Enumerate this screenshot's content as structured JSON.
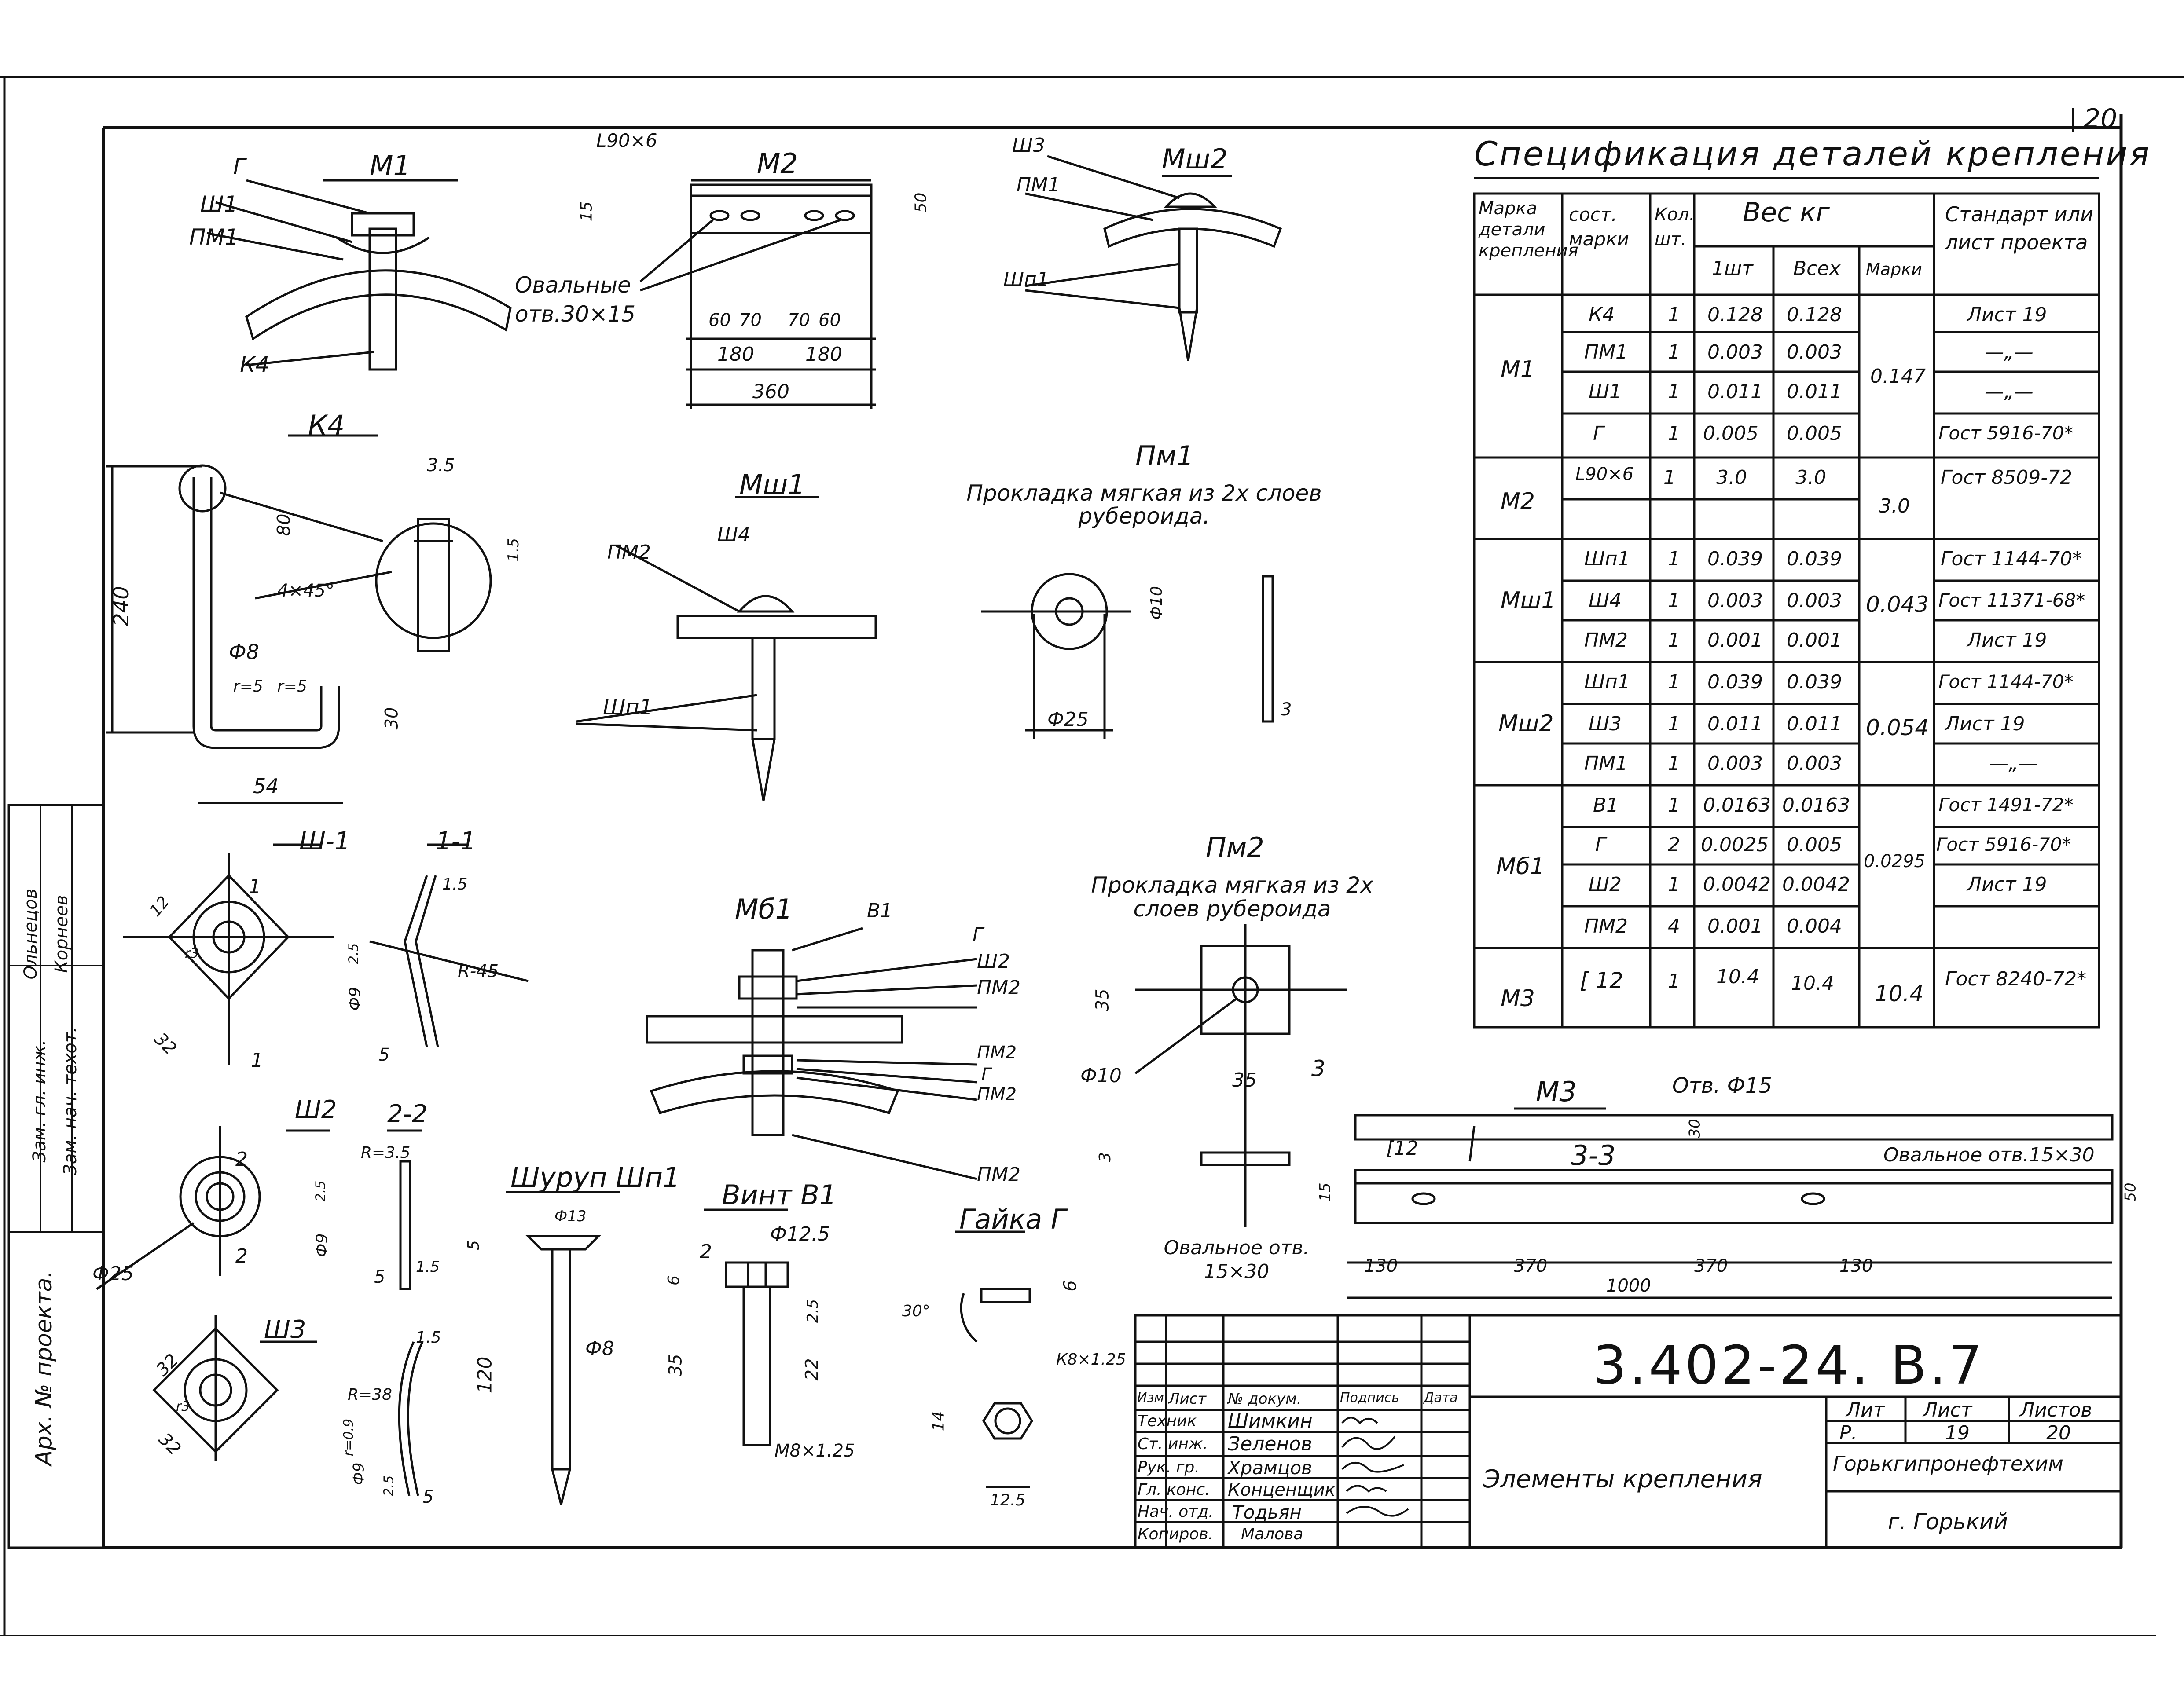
{
  "sheet_number": "20",
  "spec_table": {
    "title": "Спецификация деталей крепления",
    "headers": {
      "mark": "Марка детали крепления",
      "comp": "сост. марки",
      "qty": "Кол. шт.",
      "weight": "Вес кг",
      "w_one": "1шт",
      "w_all": "Всех",
      "w_mark": "Марки",
      "std": "Стандарт или лист проекта"
    },
    "groups": [
      {
        "mark": "М1",
        "mark_weight": "0.147",
        "rows": [
          {
            "comp": "К4",
            "qty": "1",
            "one": "0.128",
            "all": "0.128",
            "std": "Лист 19"
          },
          {
            "comp": "ПМ1",
            "qty": "1",
            "one": "0.003",
            "all": "0.003",
            "std": "—„—"
          },
          {
            "comp": "Ш1",
            "qty": "1",
            "one": "0.011",
            "all": "0.011",
            "std": "—„—"
          },
          {
            "comp": "Г",
            "qty": "1",
            "one": "0.005",
            "all": "0.005",
            "std": "Гост 5916-70*"
          }
        ]
      },
      {
        "mark": "М2",
        "mark_weight": "3.0",
        "rows": [
          {
            "comp": "L90×6",
            "qty": "1",
            "one": "3.0",
            "all": "3.0",
            "std": "Гост 8509-72"
          }
        ]
      },
      {
        "mark": "Мш1",
        "mark_weight": "0.043",
        "rows": [
          {
            "comp": "Шп1",
            "qty": "1",
            "one": "0.039",
            "all": "0.039",
            "std": "Гост 1144-70*"
          },
          {
            "comp": "Ш4",
            "qty": "1",
            "one": "0.003",
            "all": "0.003",
            "std": "Гост 11371-68*"
          },
          {
            "comp": "ПМ2",
            "qty": "1",
            "one": "0.001",
            "all": "0.001",
            "std": "Лист 19"
          }
        ]
      },
      {
        "mark": "Мш2",
        "mark_weight": "0.054",
        "rows": [
          {
            "comp": "Шп1",
            "qty": "1",
            "one": "0.039",
            "all": "0.039",
            "std": "Гост 1144-70*"
          },
          {
            "comp": "Ш3",
            "qty": "1",
            "one": "0.011",
            "all": "0.011",
            "std": "Лист 19"
          },
          {
            "comp": "ПМ1",
            "qty": "1",
            "one": "0.003",
            "all": "0.003",
            "std": "—„—"
          }
        ]
      },
      {
        "mark": "Мб1",
        "mark_weight": "0.0295",
        "rows": [
          {
            "comp": "В1",
            "qty": "1",
            "one": "0.0163",
            "all": "0.0163",
            "std": "Гост 1491-72*"
          },
          {
            "comp": "Г",
            "qty": "2",
            "one": "0.0025",
            "all": "0.005",
            "std": "Гост 5916-70*"
          },
          {
            "comp": "Ш2",
            "qty": "1",
            "one": "0.0042",
            "all": "0.0042",
            "std": "Лист 19"
          },
          {
            "comp": "ПМ2",
            "qty": "4",
            "one": "0.001",
            "all": "0.004",
            "std": ""
          }
        ]
      },
      {
        "mark": "М3",
        "mark_weight": "10.4",
        "rows": [
          {
            "comp": "[ 12",
            "qty": "1",
            "one": "10.4",
            "all": "10.4",
            "std": "Гост 8240-72*"
          }
        ]
      }
    ]
  },
  "drawings": {
    "m1": {
      "title": "М1",
      "labels": [
        "Г",
        "Ш1",
        "ПМ1",
        "К4"
      ]
    },
    "m2": {
      "title": "М2",
      "profile": "L90×6",
      "note": "Овальные отв.30×15",
      "dims": [
        "60",
        "70",
        "70",
        "60",
        "180",
        "180",
        "360",
        "15",
        "50"
      ]
    },
    "msh2": {
      "title": "Мш2",
      "labels": [
        "Ш3",
        "ПМ1",
        "Шп1"
      ]
    },
    "k4": {
      "title": "К4",
      "dims": [
        "3.5",
        "80",
        "240",
        "4×45°",
        "1.5",
        "Ф8",
        "r=5",
        "r=5",
        "30",
        "54"
      ]
    },
    "msh1": {
      "title": "Мш1",
      "labels": [
        "Ш4",
        "ПМ2",
        "Шп1"
      ]
    },
    "pm1": {
      "title": "Пм1",
      "note": "Прокладка мягкая из 2х слоев рубероида.",
      "dims": [
        "Ф10",
        "Ф25",
        "3"
      ]
    },
    "sh1": {
      "title": "Ш-1",
      "section": "1-1",
      "dims": [
        "12",
        "32",
        "r3",
        "1",
        "1",
        "1.5",
        "R-45",
        "Ф9",
        "2.5",
        "5"
      ]
    },
    "mb1": {
      "title": "Мб1",
      "labels": [
        "В1",
        "Г",
        "Ш2",
        "ПМ2",
        "ПМ2",
        "Г",
        "ПМ2",
        "ПМ2"
      ]
    },
    "pm2": {
      "title": "Пм2",
      "note": "Прокладка мягкая из 2х слоев рубероида",
      "dims": [
        "35",
        "35",
        "Ф10",
        "3",
        "3"
      ]
    },
    "m3": {
      "title": "М3",
      "section": "3-3",
      "profile": "[12",
      "note_top": "Отв. Ф15",
      "note_right": "Овальное отв.15×30",
      "note_bottom": "Овальное отв. 15×30",
      "dims": [
        "130",
        "370",
        "370",
        "130",
        "1000",
        "30",
        "15",
        "50"
      ]
    },
    "sh2": {
      "title": "Ш2",
      "section": "2-2",
      "dims": [
        "Ф25",
        "2",
        "2",
        "R=3.5",
        "Ф9",
        "2.5",
        "5",
        "1.5"
      ]
    },
    "sh3": {
      "title": "Ш3",
      "dims": [
        "32",
        "32",
        "r3",
        "1.5",
        "R=38",
        "Ф9",
        "2.5",
        "5",
        "r=0.9"
      ]
    },
    "shp1": {
      "title": "Шуруп Шп1",
      "dims": [
        "Ф13",
        "5",
        "120",
        "Ф8"
      ]
    },
    "v1": {
      "title": "Винт В1",
      "dims": [
        "Ф12.5",
        "2",
        "6",
        "2.5",
        "35",
        "22",
        "М8×1.25"
      ]
    },
    "g": {
      "title": "Гайка Г",
      "dims": [
        "6",
        "30°",
        "К8×1.25",
        "14",
        "12.5"
      ]
    }
  },
  "stamp": {
    "code": "3.402-24. В.7",
    "title": "Элементы крепления",
    "org": "Горькгипронефтехим",
    "city": "г. Горький",
    "lit_h": "Лит",
    "sheet_h": "Лист",
    "sheets_h": "Листов",
    "lit": "Р.",
    "sheet": "19",
    "sheets": "20",
    "cols": [
      "Изм.",
      "Лист",
      "№ докум.",
      "Подпись",
      "Дата"
    ],
    "roles": [
      {
        "role": "Техник",
        "name": "Шимкин"
      },
      {
        "role": "Ст. инж.",
        "name": "Зеленов"
      },
      {
        "role": "Рук. гр.",
        "name": "Храмцов"
      },
      {
        "role": "Гл. конс.",
        "name": "Конценщик"
      },
      {
        "role": "Нач. отд.",
        "name": "Тодьян"
      }
    ],
    "copied": "Копиров.",
    "copied_name": "Малова"
  },
  "side_stamp": {
    "proj": "Арх. № проекта.",
    "r1_role": "Зам. гл. инж.",
    "r1_name": "Ольнецов",
    "r2_role": "Зам. нач. техот.",
    "r2_name": "Корнеев"
  }
}
